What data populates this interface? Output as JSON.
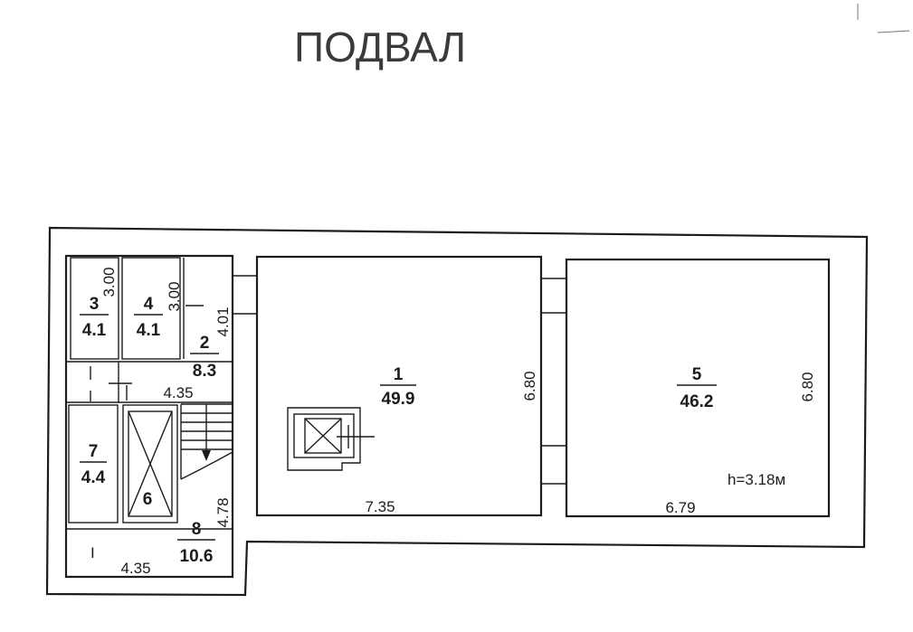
{
  "title": "ПОДВАЛ",
  "height_note": "h=3.18м",
  "rooms": [
    {
      "id": "1",
      "number": "1",
      "area": "49.9"
    },
    {
      "id": "2",
      "number": "2",
      "area": "8.3"
    },
    {
      "id": "3",
      "number": "3",
      "area": "4.1"
    },
    {
      "id": "4",
      "number": "4",
      "area": "4.1"
    },
    {
      "id": "5",
      "number": "5",
      "area": "46.2"
    },
    {
      "id": "6",
      "number": "6"
    },
    {
      "id": "7",
      "number": "7",
      "area": "4.4"
    },
    {
      "id": "8",
      "number": "8",
      "area": "10.6"
    }
  ],
  "entrance_mark": "I",
  "dimensions": {
    "room1_width": "7.35",
    "room1_depth": "6.80",
    "room5_width": "6.79",
    "room5_depth": "6.80",
    "room3_len": "3.00",
    "room4_len": "3.00",
    "corridor_len": "4.01",
    "corridor_width": "4.35",
    "room8_height": "4.78",
    "room8_width": "4.35"
  }
}
